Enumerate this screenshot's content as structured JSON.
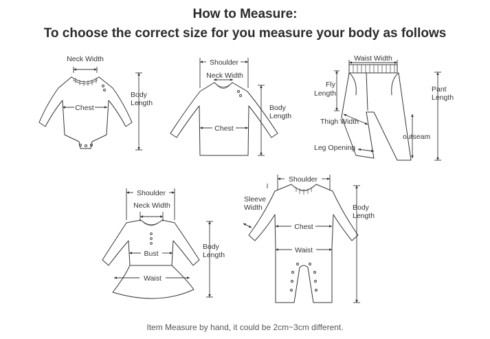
{
  "header": {
    "title": "How to Measure:",
    "subtitle": "To choose the correct size for you measure your body as follows"
  },
  "footer": "Item Measure by hand, it could be 2cm~3cm different.",
  "garments": {
    "bodysuit": {
      "neck_width": "Neck Width",
      "chest": "Chest",
      "body_length_1": "Body",
      "body_length_2": "Length"
    },
    "shirt": {
      "shoulder": "Shoulder",
      "neck_width": "Neck Width",
      "chest": "Chest",
      "body_length_1": "Body",
      "body_length_2": "Length"
    },
    "pants": {
      "waist_width": "Waist Width",
      "fly_length_1": "Fly",
      "fly_length_2": "Length",
      "thigh_width": "Thigh Width",
      "leg_opening": "Leg Opening",
      "outseam": "outseam",
      "pant_length_1": "Pant",
      "pant_length_2": "Length"
    },
    "dress": {
      "shoulder": "Shoulder",
      "neck_width": "Neck Width",
      "bust": "Bust",
      "waist": "Waist",
      "body_length_1": "Body",
      "body_length_2": "Length"
    },
    "romper": {
      "shoulder": "Shoulder",
      "sleeve_width_1": "Sleeve",
      "sleeve_width_2": "Width",
      "chest": "Chest",
      "waist": "Waist",
      "body_length_1": "Body",
      "body_length_2": "Length"
    }
  }
}
